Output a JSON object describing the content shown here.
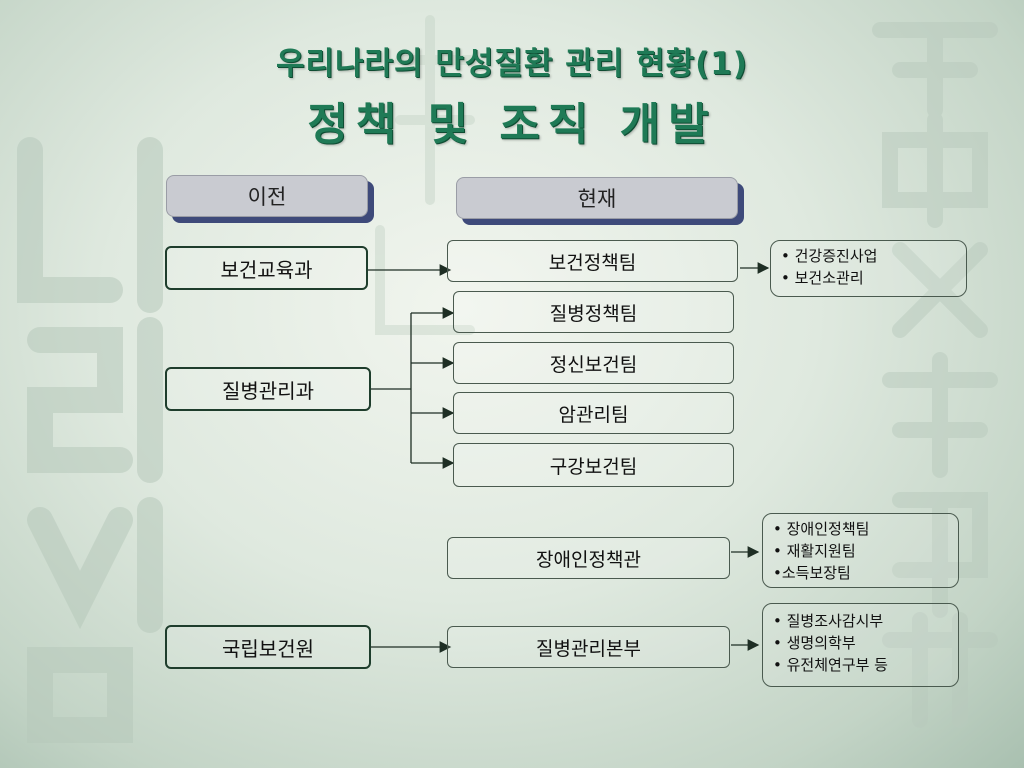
{
  "title": {
    "line1": "우리나라의 만성질환 관리 현황(1)",
    "line2": "정책 및 조직 개발"
  },
  "headers": {
    "before": "이전",
    "current": "현재"
  },
  "before_units": [
    {
      "id": "health_edu",
      "label": "보건교육과"
    },
    {
      "id": "disease_mgmt",
      "label": "질병관리과"
    },
    {
      "id": "national_inst",
      "label": "국립보건원"
    }
  ],
  "current_units": [
    {
      "id": "health_policy",
      "label": "보건정책팀"
    },
    {
      "id": "disease_policy",
      "label": "질병정책팀"
    },
    {
      "id": "mental_health",
      "label": "정신보건팀"
    },
    {
      "id": "cancer_mgmt",
      "label": "암관리팀"
    },
    {
      "id": "oral_health",
      "label": "구강보건팀"
    },
    {
      "id": "disability_policy",
      "label": "장애인정책관"
    },
    {
      "id": "kcdc",
      "label": "질병관리본부"
    }
  ],
  "notes": {
    "health_policy": [
      "• 건강증진사업",
      "• 보건소관리"
    ],
    "disability_policy": [
      "• 장애인정책팀",
      "• 재활지원팀",
      "•소득보장팀"
    ],
    "kcdc": [
      "• 질병조사감시부",
      "• 생명의학부",
      "• 유전체연구부 등"
    ]
  },
  "edges": [
    {
      "from": "health_edu",
      "to": "health_policy"
    },
    {
      "from": "disease_mgmt",
      "to": "disease_policy"
    },
    {
      "from": "disease_mgmt",
      "to": "mental_health"
    },
    {
      "from": "disease_mgmt",
      "to": "cancer_mgmt"
    },
    {
      "from": "disease_mgmt",
      "to": "oral_health"
    },
    {
      "from": "national_inst",
      "to": "kcdc"
    },
    {
      "from": "health_policy",
      "to": "note:health_policy"
    },
    {
      "from": "disability_policy",
      "to": "note:disability_policy"
    },
    {
      "from": "kcdc",
      "to": "note:kcdc"
    }
  ],
  "colors": {
    "title": "#1f7a56",
    "tab_fill": "#c9cbd1",
    "tab_shadow": "#3e4a7a",
    "line": "#1e2e24"
  }
}
